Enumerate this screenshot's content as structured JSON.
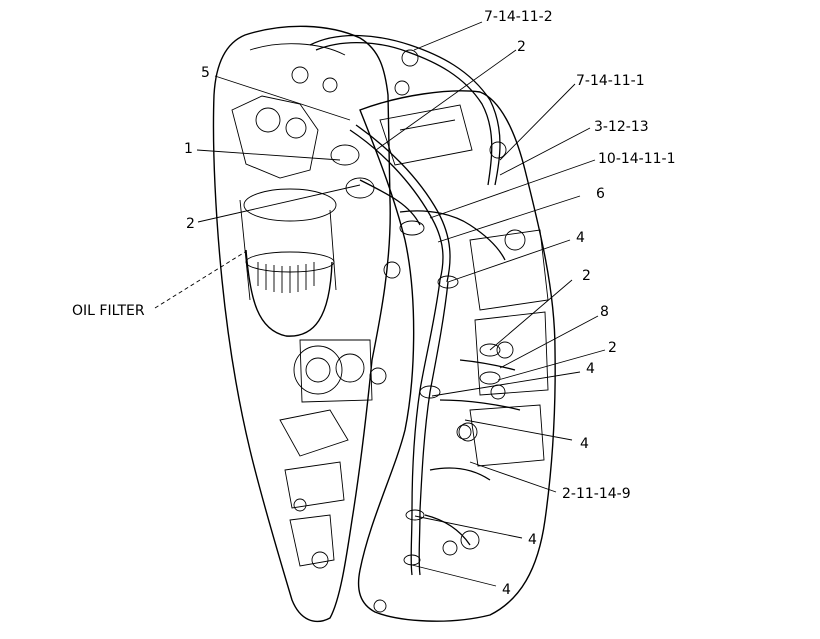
{
  "diagram": {
    "labels": {
      "l_7_14_11_2": "7-14-11-2",
      "l_2_top": "2",
      "l_5": "5",
      "l_7_14_11_1": "7-14-11-1",
      "l_3_12_13": "3-12-13",
      "l_1": "1",
      "l_10_14_11_1": "10-14-11-1",
      "l_6": "6",
      "l_2_left": "2",
      "l_4_a": "4",
      "l_2_mid": "2",
      "l_oil_filter": "OIL FILTER",
      "l_8": "8",
      "l_2_low": "2",
      "l_4_b": "4",
      "l_4_c": "4",
      "l_2_11_14_9": "2-11-14-9",
      "l_4_d": "4",
      "l_4_e": "4"
    }
  }
}
